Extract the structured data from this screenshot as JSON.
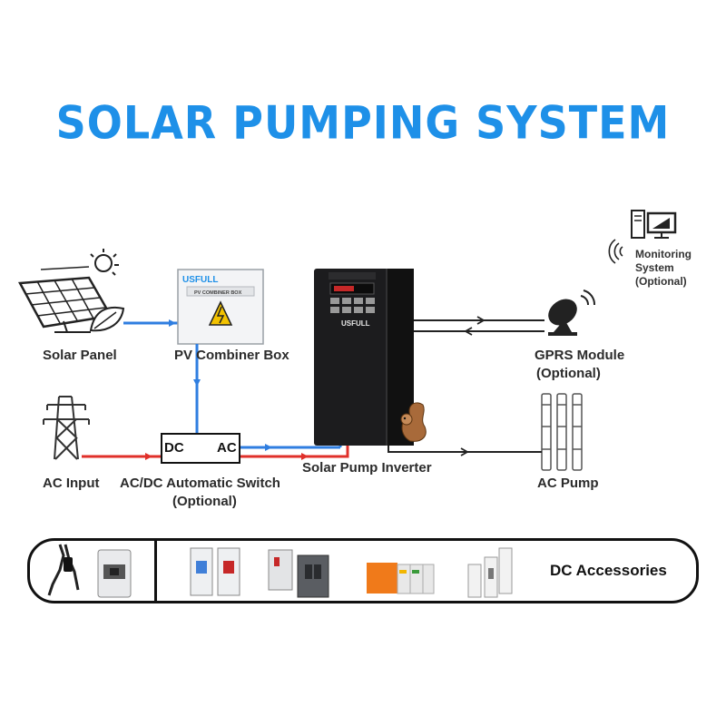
{
  "title": "SOLAR PUMPING SYSTEM",
  "nodes": {
    "solar_panel": "Solar Panel",
    "combiner_box": "PV Combiner Box",
    "combiner_brand": "USFULL",
    "combiner_plate": "PV COMBINER BOX",
    "ac_input": "AC Input",
    "switch": "AC/DC Automatic Switch",
    "switch_optional": "(Optional)",
    "switch_dc": "DC",
    "switch_ac": "AC",
    "inverter": "Solar Pump Inverter",
    "inverter_brand": "USFULL",
    "gprs": "GPRS Module",
    "gprs_optional": "(Optional)",
    "ac_pump": "AC Pump",
    "monitoring_line1": "Monitoring",
    "monitoring_line2": "System",
    "monitoring_line3": "(Optional)"
  },
  "accessories_label": "DC Accessories",
  "colors": {
    "title_blue": "#1e90e8",
    "dc_line": "#2f7ee0",
    "ac_line": "#e0302a",
    "signal_line": "#222222"
  }
}
